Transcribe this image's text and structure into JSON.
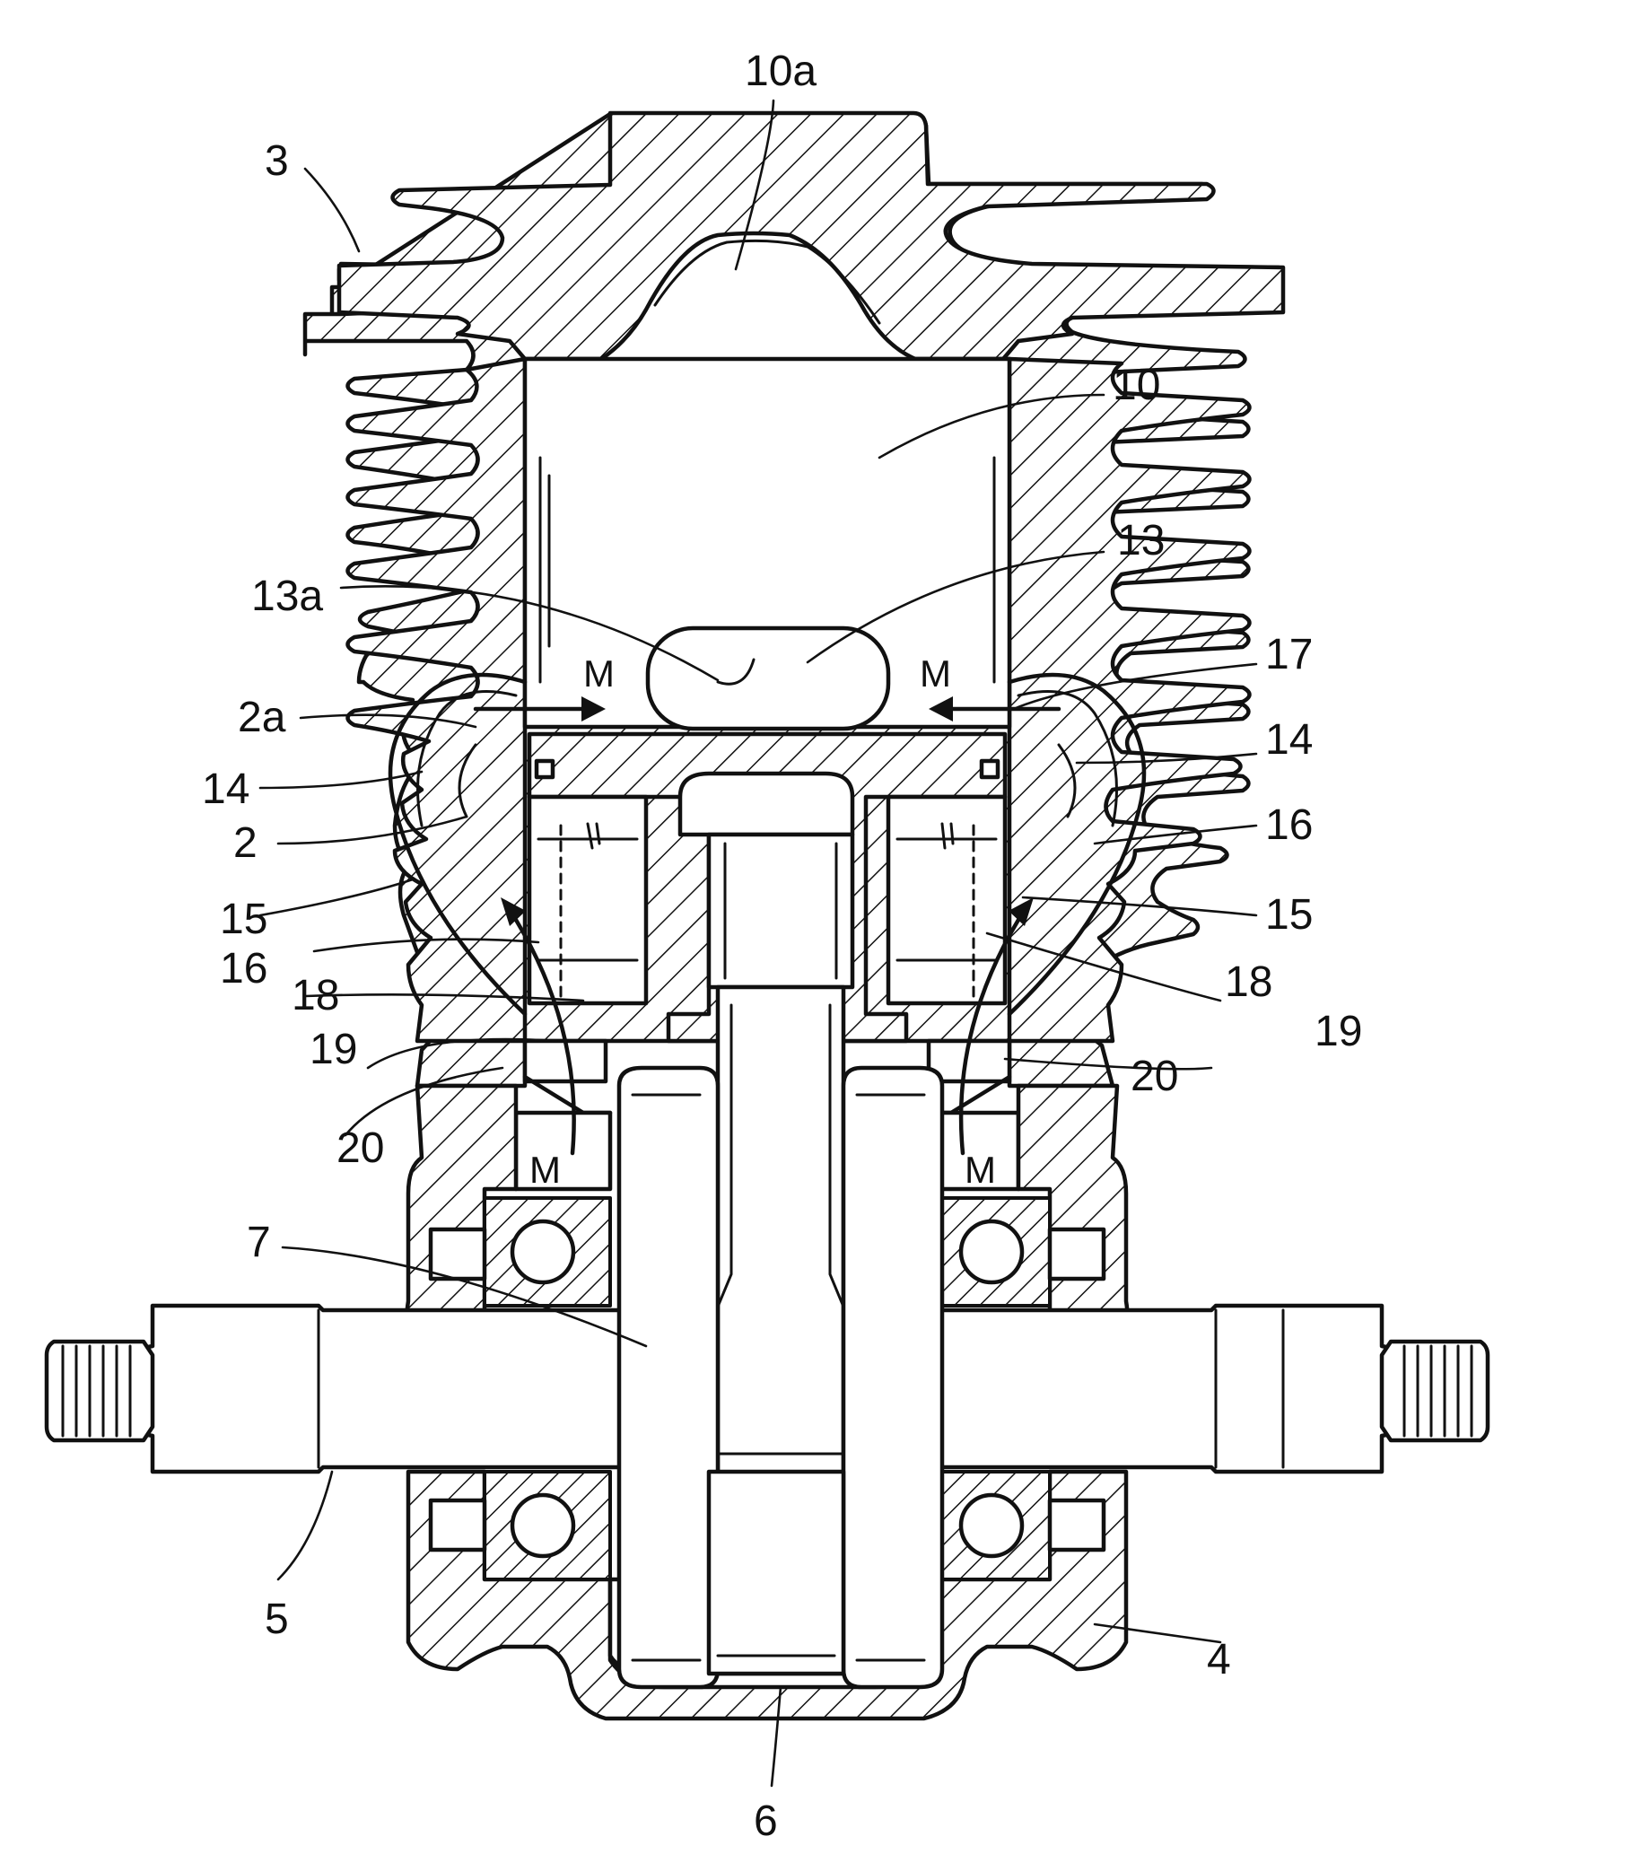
{
  "figure": {
    "labels": {
      "l_10a": "10a",
      "l_3": "3",
      "l_10": "10",
      "l_13": "13",
      "l_13a": "13a",
      "l_17": "17",
      "l_M_left": "M",
      "l_M_right": "M",
      "l_2a": "2a",
      "l_14_left": "14",
      "l_14_right": "14",
      "l_2": "2",
      "l_16_right": "16",
      "l_15_left": "15",
      "l_15_right": "15",
      "l_16_left": "16",
      "l_18_left": "18",
      "l_18_right": "18",
      "l_19_left": "19",
      "l_19_right": "19",
      "l_20_right": "20",
      "l_20_left": "20",
      "l_M_bottom_left": "M",
      "l_M_bottom_right": "M",
      "l_7": "7",
      "l_5": "5",
      "l_4": "4",
      "l_6": "6"
    }
  }
}
